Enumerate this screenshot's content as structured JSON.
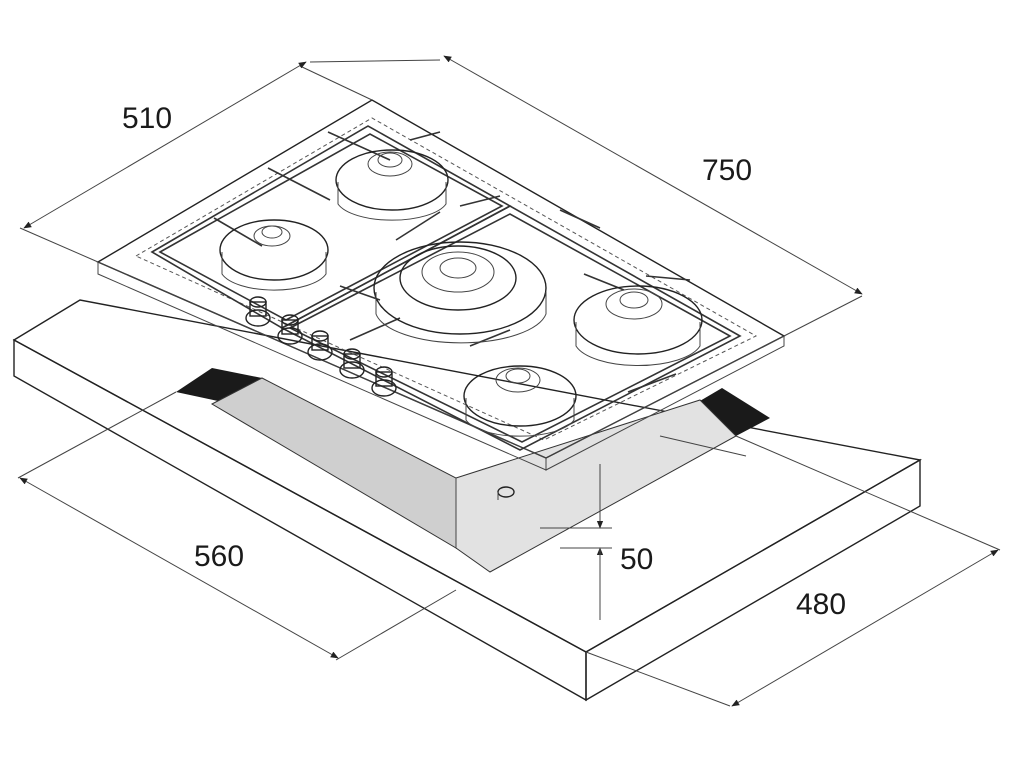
{
  "dimensions": {
    "hob_depth": "510",
    "hob_width": "750",
    "cutout_width": "560",
    "cutout_depth": "480",
    "cutout_height": "50"
  },
  "colors": {
    "line": "#222222",
    "shade_dark": "#1a1a1a",
    "shade_mid": "#bdbdbd"
  }
}
